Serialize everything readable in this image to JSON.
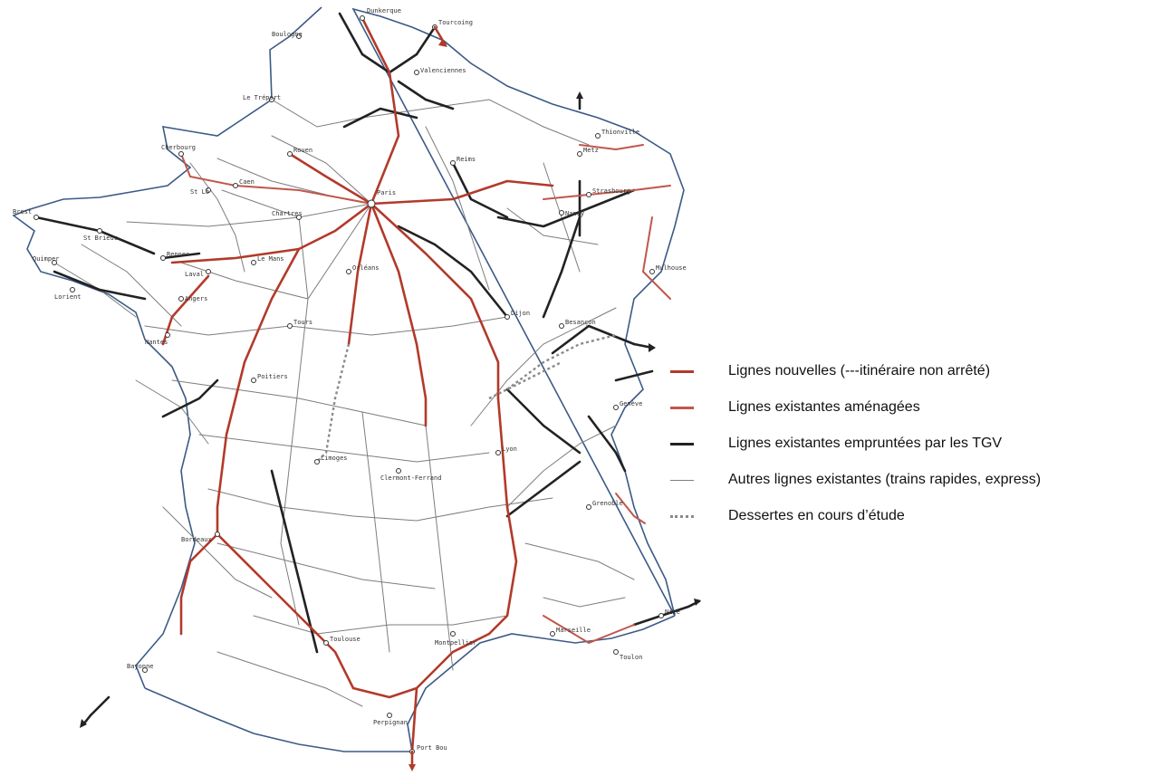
{
  "legend": {
    "items": [
      {
        "label": "Lignes nouvelles (---itinéraire non arrêté)",
        "style": "new-line",
        "color": "#b23a2a"
      },
      {
        "label": "Lignes existantes aménagées",
        "style": "upgraded-line",
        "color": "#c0574a"
      },
      {
        "label": "Lignes existantes empruntées par les TGV",
        "style": "tgv-line",
        "color": "#222222"
      },
      {
        "label": "Autres lignes existantes (trains rapides, express)",
        "style": "other-line",
        "color": "#7d7d7d"
      },
      {
        "label": "Dessertes en cours d’étude",
        "style": "study-line",
        "color": "#8a8a8a"
      }
    ]
  },
  "map": {
    "cities": [
      "Dunkerque",
      "Tourcoing",
      "Boulogne",
      "Valenciennes",
      "Le Tréport",
      "Cherbourg",
      "Rouen",
      "Reims",
      "Caen",
      "St Lô",
      "Metz",
      "Thionville",
      "Nancy",
      "Strasbourg",
      "Brest",
      "St Brieuc",
      "Rennes",
      "Quimper",
      "Lorient",
      "Paris",
      "Chartres",
      "Le Mans",
      "Laval",
      "Angers",
      "Nantes",
      "Tours",
      "Orléans",
      "Dijon",
      "Besançon",
      "Mulhouse",
      "Poitiers",
      "Limoges",
      "Clermont-Ferrand",
      "Lyon",
      "Genève",
      "Grenoble",
      "Bordeaux",
      "Toulouse",
      "Montpellier",
      "Marseille",
      "Nice",
      "Toulon",
      "Bayonne",
      "Perpignan",
      "Port Bou"
    ]
  }
}
